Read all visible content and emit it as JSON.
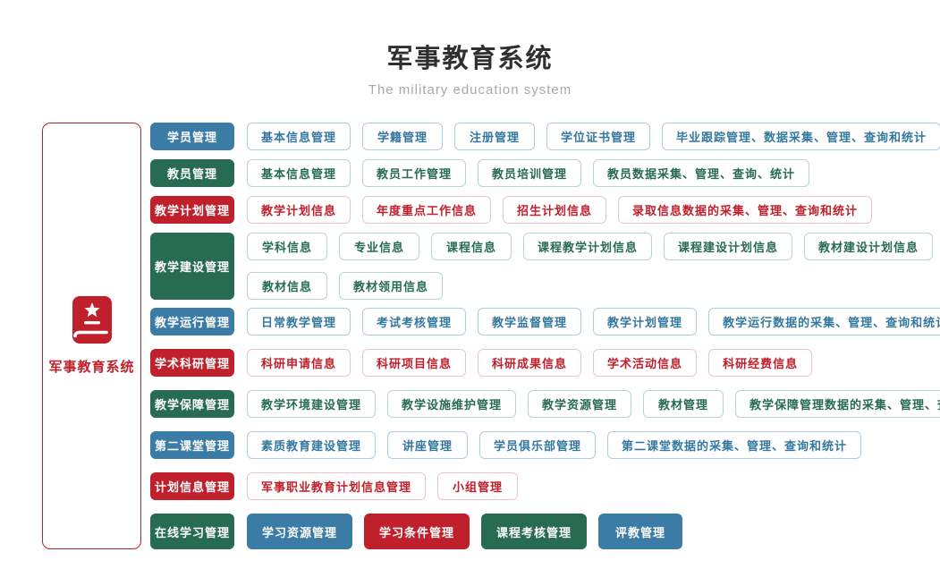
{
  "header": {
    "title": "军事教育系统",
    "subtitle": "The military education system"
  },
  "root": {
    "label": "军事教育系统",
    "icon": "book-star-icon"
  },
  "colors": {
    "blue": "#3A7CA5",
    "green": "#276B52",
    "red": "#C0202B",
    "root_border": "#C0202B",
    "title_text": "#2F2F2F",
    "subtitle_text": "#A9A9A9"
  },
  "modules": [
    {
      "label": "学员管理",
      "color": "blue",
      "rows": [
        [
          {
            "label": "基本信息管理"
          },
          {
            "label": "学籍管理"
          },
          {
            "label": "注册管理"
          },
          {
            "label": "学位证书管理"
          },
          {
            "label": "毕业跟踪管理、数据采集、管理、查询和统计"
          }
        ]
      ]
    },
    {
      "label": "教员管理",
      "color": "green",
      "rows": [
        [
          {
            "label": "基本信息管理"
          },
          {
            "label": "教员工作管理"
          },
          {
            "label": "教员培训管理"
          },
          {
            "label": "教员数据采集、管理、查询、统计"
          }
        ]
      ]
    },
    {
      "label": "教学计划管理",
      "color": "red",
      "rows": [
        [
          {
            "label": "教学计划信息"
          },
          {
            "label": "年度重点工作信息"
          },
          {
            "label": "招生计划信息"
          },
          {
            "label": "录取信息数据的采集、管理、查询和统计"
          }
        ]
      ]
    },
    {
      "label": "教学建设管理",
      "color": "green",
      "rows": [
        [
          {
            "label": "学科信息"
          },
          {
            "label": "专业信息"
          },
          {
            "label": "课程信息"
          },
          {
            "label": "课程教学计划信息"
          },
          {
            "label": "课程建设计划信息"
          },
          {
            "label": "教材建设计划信息"
          }
        ],
        [
          {
            "label": "教材信息"
          },
          {
            "label": "教材领用信息"
          }
        ]
      ]
    },
    {
      "label": "教学运行管理",
      "color": "blue",
      "rows": [
        [
          {
            "label": "日常教学管理"
          },
          {
            "label": "考试考核管理"
          },
          {
            "label": "教学监督管理"
          },
          {
            "label": "教学计划管理"
          },
          {
            "label": "教学运行数据的采集、管理、查询和统计"
          }
        ]
      ]
    },
    {
      "label": "学术科研管理",
      "color": "red",
      "rows": [
        [
          {
            "label": "科研申请信息"
          },
          {
            "label": "科研项目信息"
          },
          {
            "label": "科研成果信息"
          },
          {
            "label": "学术活动信息"
          },
          {
            "label": "科研经费信息"
          }
        ]
      ]
    },
    {
      "label": "教学保障管理",
      "color": "green",
      "rows": [
        [
          {
            "label": "教学环境建设管理"
          },
          {
            "label": "教学设施维护管理"
          },
          {
            "label": "教学资源管理"
          },
          {
            "label": "教材管理"
          },
          {
            "label": "教学保障管理数据的采集、管理、查询和统计"
          }
        ]
      ]
    },
    {
      "label": "第二课堂管理",
      "color": "blue",
      "rows": [
        [
          {
            "label": "素质教育建设管理"
          },
          {
            "label": "讲座管理"
          },
          {
            "label": "学员俱乐部管理"
          },
          {
            "label": "第二课堂数据的采集、管理、查询和统计"
          }
        ]
      ]
    },
    {
      "label": "计划信息管理",
      "color": "red",
      "rows": [
        [
          {
            "label": "军事职业教育计划信息管理"
          },
          {
            "label": "小组管理"
          }
        ]
      ]
    },
    {
      "label": "在线学习管理",
      "color": "green",
      "rows": [
        [
          {
            "label": "学习资源管理",
            "variant": "filled",
            "color": "blue"
          },
          {
            "label": "学习条件管理",
            "variant": "filled",
            "color": "red"
          },
          {
            "label": "课程考核管理",
            "variant": "filled",
            "color": "green"
          },
          {
            "label": "评教管理",
            "variant": "filled",
            "color": "blue"
          }
        ]
      ]
    }
  ]
}
